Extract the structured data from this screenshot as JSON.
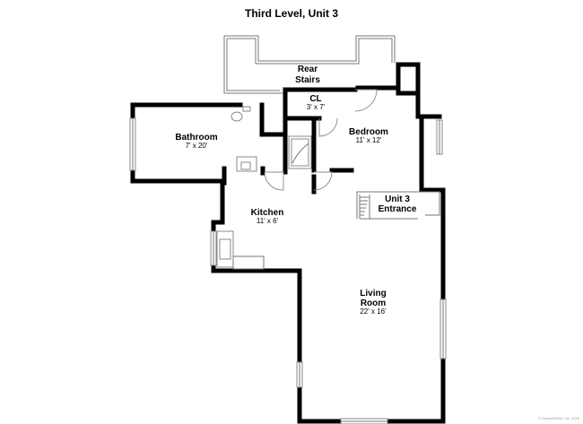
{
  "plan": {
    "title": "Third Level, Unit 3",
    "watermark": "© ShowMeOne, Inc. 2020",
    "rooms": {
      "rear_stairs": {
        "name_line1": "Rear",
        "name_line2": "Stairs"
      },
      "closet": {
        "name": "CL",
        "dims": "3' x 7'"
      },
      "bedroom": {
        "name": "Bedroom",
        "dims": "11' x 12'"
      },
      "bathroom": {
        "name": "Bathroom",
        "dims": "7' x 20'"
      },
      "kitchen": {
        "name": "Kitchen",
        "dims": "11' x 6'"
      },
      "entrance": {
        "name_line1": "Unit 3",
        "name_line2": "Entrance"
      },
      "living_room": {
        "name_line1": "Living",
        "name_line2": "Room",
        "dims": "22' x 16'"
      }
    }
  }
}
